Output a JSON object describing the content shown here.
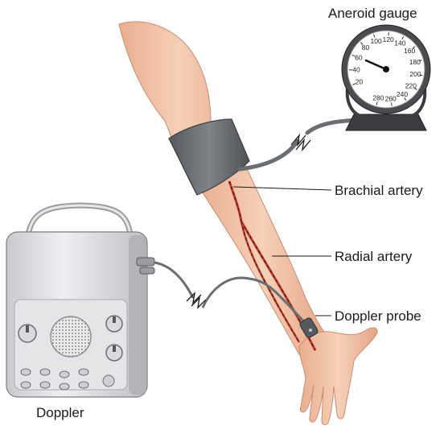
{
  "labels": {
    "gauge": "Aneroid gauge",
    "brachial": "Brachial artery",
    "radial": "Radial artery",
    "probe": "Doppler probe",
    "doppler": "Doppler"
  },
  "gauge": {
    "ticks": [
      "20",
      "40",
      "60",
      "80",
      "100",
      "120",
      "140",
      "160",
      "180",
      "200",
      "220",
      "240",
      "260",
      "280"
    ]
  },
  "colors": {
    "skin": "#f2c4a8",
    "cuff": "#6b6e72",
    "artery": "#c0392b",
    "device": "#dcdde0"
  }
}
